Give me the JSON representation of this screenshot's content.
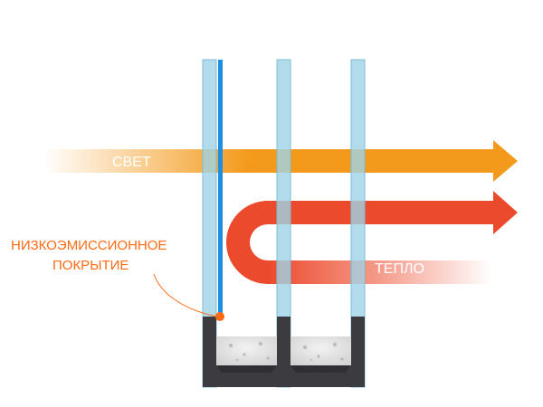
{
  "labels": {
    "light": "СВЕТ",
    "heat": "ТЕПЛО",
    "coating_line1": "НИЗКОЭМИССИОННОЕ",
    "coating_line2": "ПОКРЫТИЕ"
  },
  "colors": {
    "light_arrow": "#f39a1c",
    "heat_arrow": "#ec4a2c",
    "glass": "#9fd3e6",
    "glass_edge": "#7bbdd6",
    "coating": "#1d8fe0",
    "coating_marker": "#ff6a13",
    "label_accent": "#ff6a13",
    "spacer_dark": "#3c3c40",
    "spacer_light": "#e2e2e2"
  }
}
